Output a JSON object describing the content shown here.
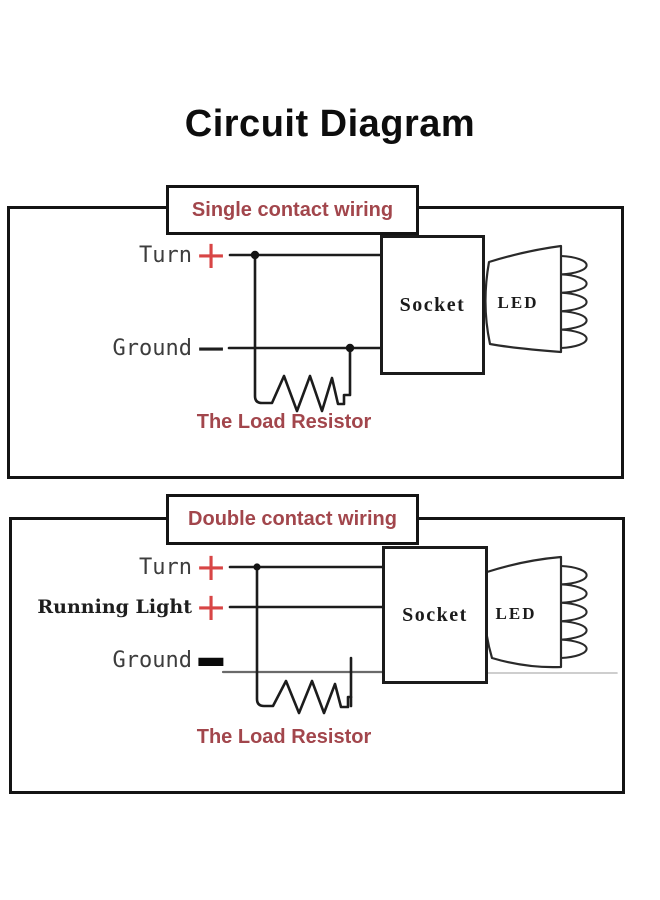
{
  "title": "Circuit Diagram",
  "colors": {
    "heading_maroon": "#a2464c",
    "plus_red": "#d84545",
    "wire_black": "#1c1c1c",
    "hand_label_gray": "#3d3d3d"
  },
  "diagrams": [
    {
      "header": "Single contact wiring",
      "turn_label": "Turn",
      "turn_sign": "+",
      "ground_label": "Ground",
      "ground_sign": "−",
      "socket_label": "Socket",
      "led_label": "LED",
      "resistor_caption": "The Load Resistor"
    },
    {
      "header": "Double contact wiring",
      "turn_label": "Turn",
      "turn_sign": "+",
      "running_light_label": "Running Light",
      "running_light_sign": "+",
      "ground_label": "Ground",
      "ground_sign": "−",
      "socket_label": "Socket",
      "led_label": "LED",
      "resistor_caption": "The Load Resistor"
    }
  ]
}
